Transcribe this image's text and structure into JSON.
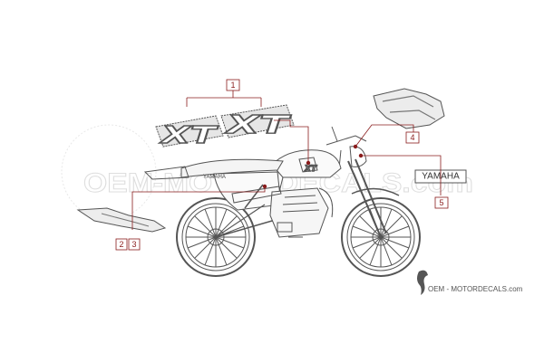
{
  "colors": {
    "callout": "#8a1c1c",
    "line": "#555555",
    "watermark": "#dedede"
  },
  "watermark": {
    "text": "OEM-MOTORDECALS.com"
  },
  "decals": {
    "xt_letters_a": "XT",
    "xt_letters_b": "XT",
    "yamaha_badge": "YAMAHA",
    "tank_text": "YAMAHA"
  },
  "callouts": {
    "c1": "1",
    "c2": "2",
    "c3": "3",
    "c4": "4",
    "c5": "5"
  },
  "footer": {
    "brand_text": "OEM - MOTORDECALS.com",
    "icon": "seahorse-logo-icon"
  }
}
